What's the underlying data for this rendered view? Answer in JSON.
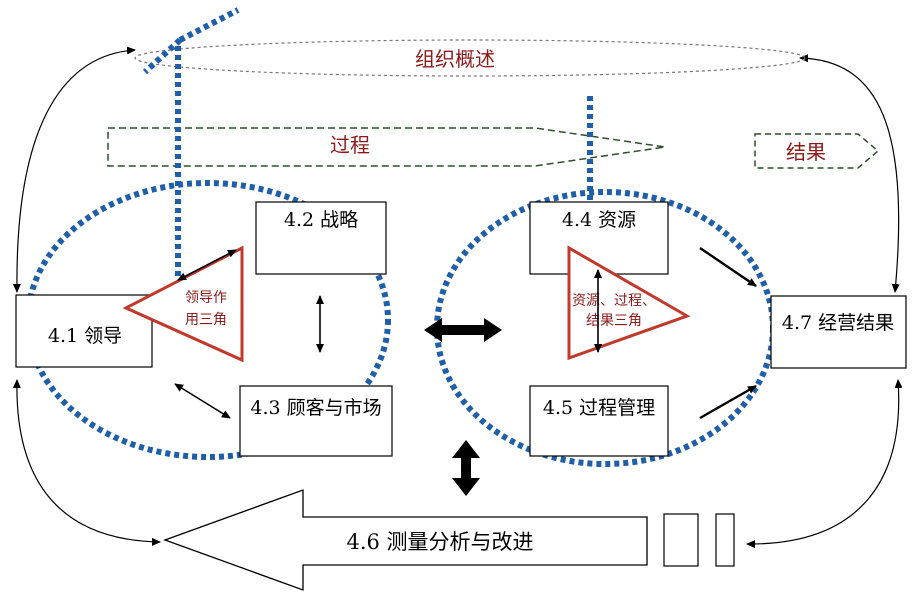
{
  "colors": {
    "dotted_blue": "#1f5fa8",
    "dashed_green": "#2e4d2e",
    "triangle_red": "#c0392b",
    "label_red": "#8b1a1a",
    "ellipse_gray": "#777777"
  },
  "labels": {
    "org_overview": "组织概述",
    "process": "过程",
    "result": "结果",
    "leadership": "4.1  领导",
    "strategy": "4.2  战略",
    "customer_market": "4.3  顾客与市场",
    "resources": "4.4  资源",
    "process_mgmt": "4.5  过程管理",
    "measurement": "4.6  测量分析与改进",
    "business_results": "4.7  经营结果",
    "leadership_triangle_line1": "领导作",
    "leadership_triangle_line2": "用三角",
    "resource_triangle_line1": "资源、过程、",
    "resource_triangle_line2": "结果三角"
  }
}
